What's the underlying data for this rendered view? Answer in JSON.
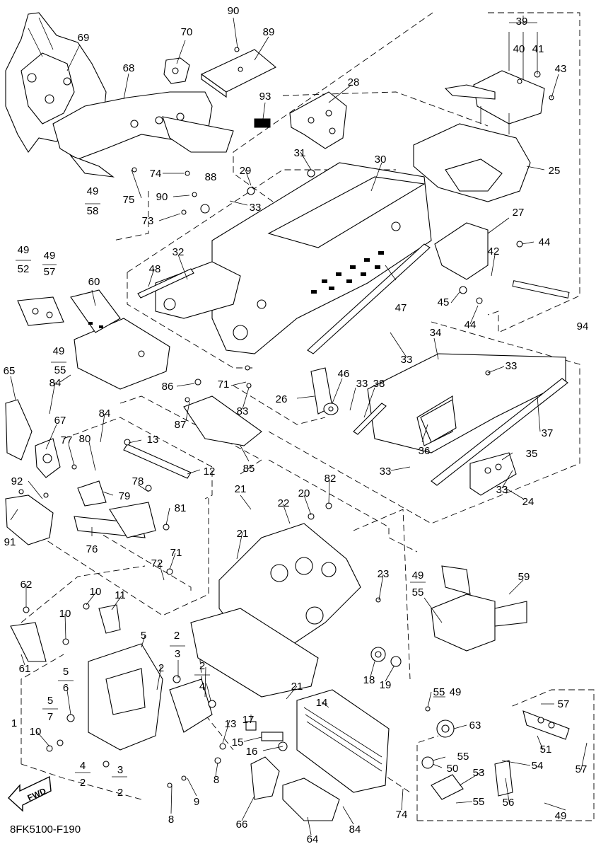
{
  "diagram_code": "8FK5100-F190",
  "fwd_label": "FWD",
  "callouts": {
    "c1": "1",
    "c2a": "2",
    "c2b": "2",
    "c2c": "2",
    "c2d": "2",
    "c2e": "2",
    "c3a": "3",
    "c3b": "3",
    "c4a": "4",
    "c4b": "4",
    "c5a": "5",
    "c5b": "5",
    "c5c": "5",
    "c6": "6",
    "c7": "7",
    "c8a": "8",
    "c8b": "8",
    "c9": "9",
    "c10a": "10",
    "c10b": "10",
    "c10c": "10",
    "c11": "11",
    "c12": "12",
    "c13a": "13",
    "c13b": "13",
    "c14": "14",
    "c15": "15",
    "c16": "16",
    "c17": "17",
    "c18": "18",
    "c19": "19",
    "c20": "20",
    "c21a": "21",
    "c21b": "21",
    "c21c": "21",
    "c22": "22",
    "c23": "23",
    "c24": "24",
    "c25": "25",
    "c26": "26",
    "c27": "27",
    "c28": "28",
    "c29": "29",
    "c30": "30",
    "c31": "31",
    "c32": "32",
    "c33a": "33",
    "c33b": "33",
    "c33c": "33",
    "c33d": "33",
    "c33e": "33",
    "c33f": "33",
    "c34": "34",
    "c35": "35",
    "c36": "36",
    "c37": "37",
    "c38": "38",
    "c39": "39",
    "c40": "40",
    "c41": "41",
    "c42": "42",
    "c43": "43",
    "c44a": "44",
    "c44b": "44",
    "c45": "45",
    "c46": "46",
    "c47": "47",
    "c48": "48",
    "c49a": "49",
    "c49b": "49",
    "c49c": "49",
    "c49d": "49",
    "c49e": "49",
    "c49f": "49",
    "c49g": "49",
    "c50": "50",
    "c51": "51",
    "c52": "52",
    "c53": "53",
    "c54": "54",
    "c55a": "55",
    "c55b": "55",
    "c55c": "55",
    "c55d": "55",
    "c55e": "55",
    "c56": "56",
    "c57a": "57",
    "c57b": "57",
    "c57c": "57",
    "c58": "58",
    "c59": "59",
    "c60": "60",
    "c61": "61",
    "c62": "62",
    "c63": "63",
    "c64": "64",
    "c65": "65",
    "c66": "66",
    "c67": "67",
    "c68": "68",
    "c69": "69",
    "c70": "70",
    "c71a": "71",
    "c71b": "71",
    "c72": "72",
    "c73": "73",
    "c74a": "74",
    "c74b": "74",
    "c75": "75",
    "c76": "76",
    "c77": "77",
    "c78": "78",
    "c79": "79",
    "c80": "80",
    "c81": "81",
    "c82": "82",
    "c83": "83",
    "c84a": "84",
    "c84b": "84",
    "c84c": "84",
    "c85": "85",
    "c86": "86",
    "c87": "87",
    "c88": "88",
    "c89": "89",
    "c90a": "90",
    "c90b": "90",
    "c91": "91",
    "c92": "92",
    "c93": "93",
    "c94": "94"
  }
}
